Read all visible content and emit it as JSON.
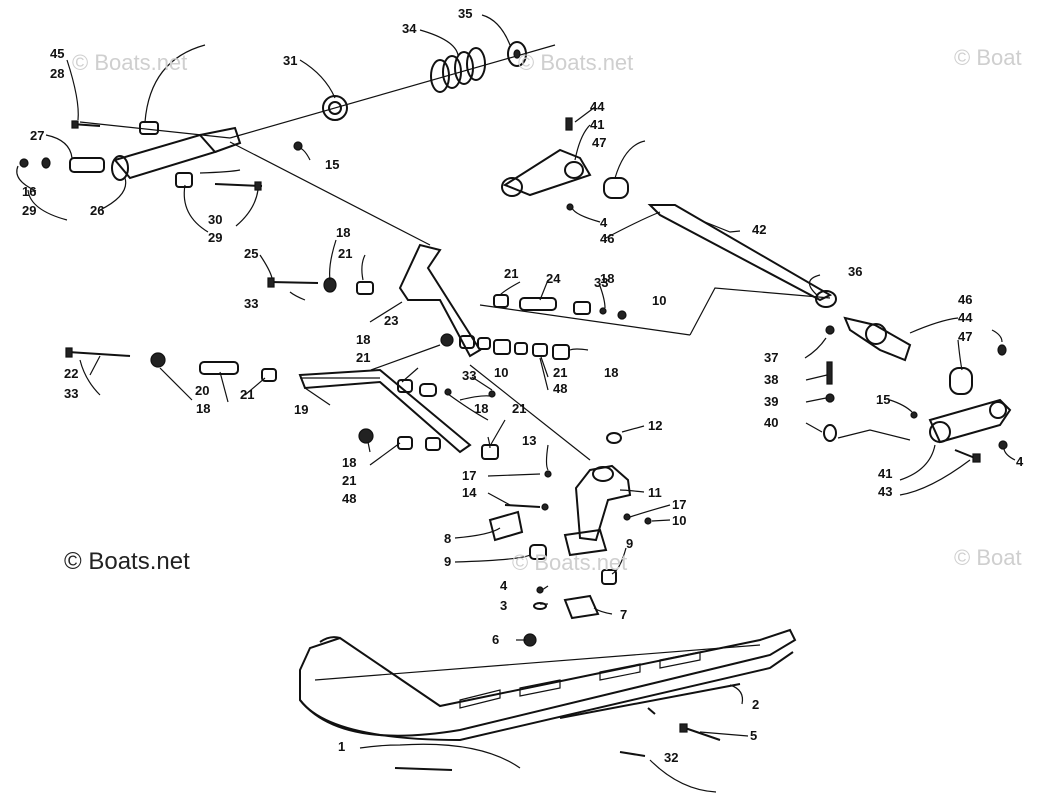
{
  "watermarks": {
    "top_left": "© Boats.net",
    "top_center": "© Boats.net",
    "top_right": "© Boat",
    "middle_left": "© Boats.net",
    "middle_center": "© Boats.net",
    "middle_right": "© Boat"
  },
  "callouts": [
    "1",
    "2",
    "3",
    "4",
    "4",
    "4",
    "5",
    "6",
    "7",
    "8",
    "9",
    "9",
    "10",
    "10",
    "10",
    "11",
    "12",
    "13",
    "14",
    "15",
    "15",
    "16",
    "17",
    "17",
    "18",
    "18",
    "18",
    "18",
    "18",
    "18",
    "18",
    "19",
    "20",
    "21",
    "21",
    "21",
    "21",
    "21",
    "21",
    "21",
    "22",
    "23",
    "24",
    "25",
    "26",
    "27",
    "28",
    "29",
    "29",
    "30",
    "31",
    "32",
    "33",
    "33",
    "33",
    "33",
    "34",
    "35",
    "36",
    "37",
    "38",
    "39",
    "40",
    "41",
    "41",
    "42",
    "43",
    "44",
    "44",
    "45",
    "46",
    "46",
    "47",
    "47",
    "48",
    "48"
  ]
}
